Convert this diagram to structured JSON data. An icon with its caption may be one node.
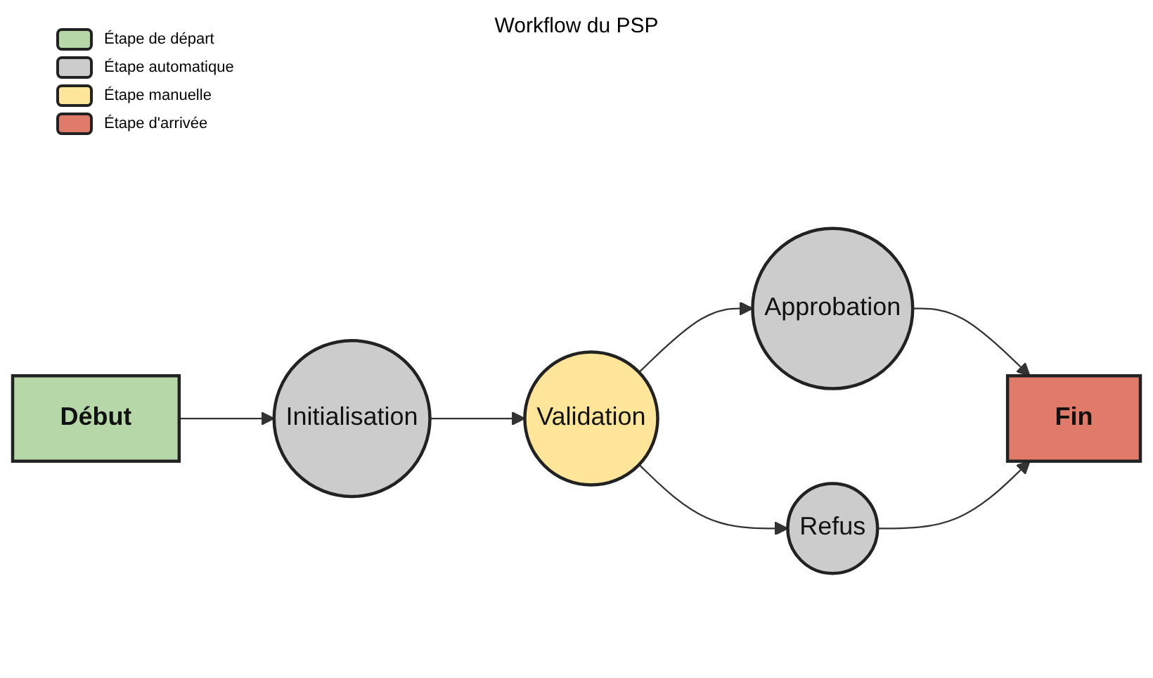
{
  "diagram": {
    "title": "Workflow du PSP",
    "nodes": [
      {
        "text": [
          "Début"
        ]
      },
      {
        "text": [
          "Initialisation"
        ]
      },
      {
        "text": [
          "Validation"
        ]
      },
      {
        "text": [
          "Approbation"
        ]
      },
      {
        "text": [
          "Refus"
        ]
      },
      {
        "text": [
          "Fin"
        ]
      }
    ],
    "edges": [
      {
        "from": 0,
        "to": 1,
        "arrow": "to"
      },
      {
        "from": 1,
        "to": 2,
        "arrow": "to"
      },
      {
        "from": 2,
        "to": 3,
        "arrow": "to"
      },
      {
        "from": 2,
        "to": 4,
        "arrow": "to"
      },
      {
        "from": 3,
        "to": 5,
        "arrow": "to"
      },
      {
        "from": 4,
        "to": 5,
        "arrow": "to"
      }
    ],
    "legend": [
      {
        "text": "Étape de départ",
        "color": "#b6d7a8"
      },
      {
        "text": "Étape automatique",
        "color": "#cccccc"
      },
      {
        "text": "Étape manuelle",
        "color": "#ffe599"
      },
      {
        "text": "Étape d'arrivée",
        "color": "#e07b6a"
      }
    ]
  }
}
